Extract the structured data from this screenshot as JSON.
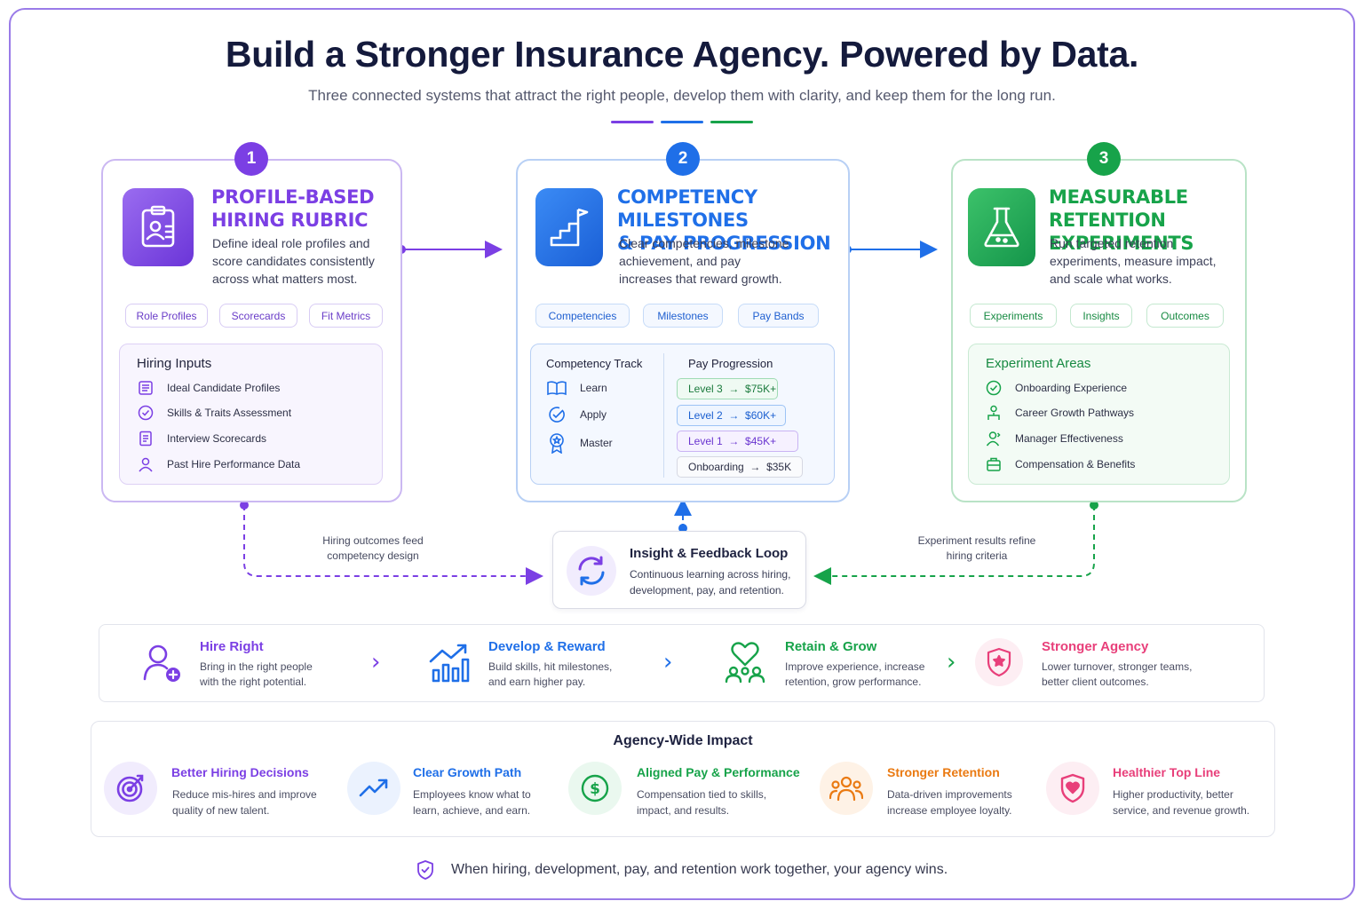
{
  "header": {
    "title": "Build a Stronger Insurance Agency. Powered by Data.",
    "subtitle": "Three connected systems that attract the right people, develop them with clarity, and keep them for the long run."
  },
  "colors": {
    "purple": "#7b3fe4",
    "blue": "#1f6fe8",
    "green": "#17a34a",
    "orange": "#ea7a12",
    "pink": "#e83f7a"
  },
  "cards": [
    {
      "number": "1",
      "title_line1": "PROFILE-BASED",
      "title_line2": "HIRING RUBRIC",
      "description": "Define ideal role profiles and score candidates consistently across what matters most.",
      "icon": "clipboard-profile-icon",
      "chips": [
        "Role Profiles",
        "Scorecards",
        "Fit Metrics"
      ],
      "panel": {
        "heading": "Hiring Inputs",
        "items": [
          "Ideal Candidate Profiles",
          "Skills & Traits Assessment",
          "Interview Scorecards",
          "Past Hire Performance Data"
        ]
      }
    },
    {
      "number": "2",
      "title_line1": "COMPETENCY MILESTONES",
      "title_line2": "& PAY PROGRESSION",
      "description": "Clear competencies, milestone achievement, and pay increases that reward growth.",
      "icon": "stairs-flag-icon",
      "chips": [
        "Competencies",
        "Milestones",
        "Pay Bands"
      ],
      "panel": {
        "track_heading": "Competency Track",
        "track_items": [
          "Learn",
          "Apply",
          "Master"
        ],
        "pay_heading": "Pay Progression",
        "pay_items": [
          {
            "level": "Level 3",
            "amount": "$75K+"
          },
          {
            "level": "Level 2",
            "amount": "$60K+"
          },
          {
            "level": "Level 1",
            "amount": "$45K+"
          },
          {
            "level": "Onboarding",
            "amount": "$35K"
          }
        ]
      }
    },
    {
      "number": "3",
      "title_line1": "MEASURABLE RETENTION",
      "title_line2": "EXPERIMENTS",
      "description": "Run targeted retention experiments, measure impact, and scale what works.",
      "icon": "flask-icon",
      "chips": [
        "Experiments",
        "Insights",
        "Outcomes"
      ],
      "panel": {
        "heading": "Experiment Areas",
        "items": [
          "Onboarding Experience",
          "Career Growth Pathways",
          "Manager Effectiveness",
          "Compensation & Benefits"
        ]
      }
    }
  ],
  "loop": {
    "title": "Insight & Feedback Loop",
    "description": "Continuous learning across hiring, development, pay, and retention.",
    "left_note": "Hiring outcomes feed competency design",
    "right_note": "Experiment results refine hiring criteria"
  },
  "flow": [
    {
      "title": "Hire Right",
      "description": "Bring in the right people with the right potential.",
      "icon": "add-user-icon"
    },
    {
      "title": "Develop & Reward",
      "description": "Build skills, hit milestones, and earn higher pay.",
      "icon": "growth-chart-icon"
    },
    {
      "title": "Retain & Grow",
      "description": "Improve experience, increase retention, grow performance.",
      "icon": "team-heart-icon"
    },
    {
      "title": "Stronger Agency",
      "description": "Lower turnover, stronger teams, better client outcomes.",
      "icon": "shield-star-icon"
    }
  ],
  "impact": {
    "heading": "Agency-Wide Impact",
    "items": [
      {
        "title": "Better Hiring Decisions",
        "description": "Reduce mis-hires and improve quality of new talent.",
        "icon": "target-icon"
      },
      {
        "title": "Clear Growth Path",
        "description": "Employees know what to learn, achieve, and earn.",
        "icon": "trend-up-icon"
      },
      {
        "title": "Aligned Pay & Performance",
        "description": "Compensation tied to skills, impact, and results.",
        "icon": "dollar-icon"
      },
      {
        "title": "Stronger Retention",
        "description": "Data-driven improvements increase employee loyalty.",
        "icon": "people-group-icon"
      },
      {
        "title": "Healthier Top Line",
        "description": "Higher productivity, better service, and revenue growth.",
        "icon": "shield-heart-icon"
      }
    ]
  },
  "footer": {
    "text": "When hiring, development, pay, and retention work together, your agency wins.",
    "icon": "shield-check-icon"
  }
}
